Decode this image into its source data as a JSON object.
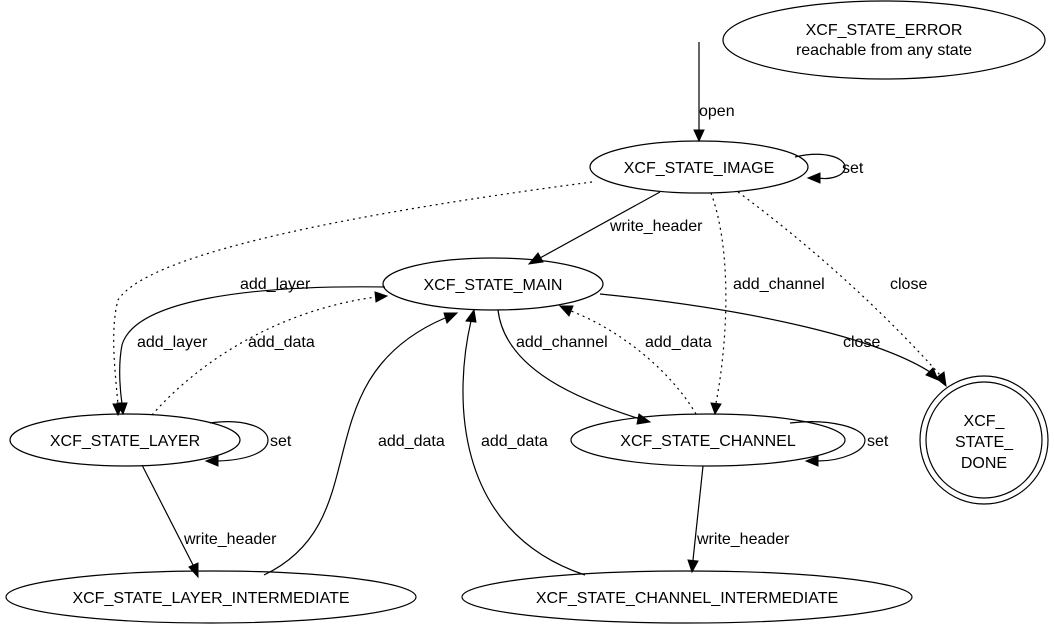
{
  "nodes": {
    "error_line1": "XCF_STATE_ERROR",
    "error_line2": "reachable from any state",
    "image": "XCF_STATE_IMAGE",
    "main": "XCF_STATE_MAIN",
    "layer": "XCF_STATE_LAYER",
    "channel": "XCF_STATE_CHANNEL",
    "done_line1": "XCF_",
    "done_line2": "STATE_",
    "done_line3": "DONE",
    "layer_intermediate": "XCF_STATE_LAYER_INTERMEDIATE",
    "channel_intermediate": "XCF_STATE_CHANNEL_INTERMEDIATE"
  },
  "edges": {
    "open": "open",
    "image_set": "set",
    "image_write_header": "write_header",
    "image_add_layer": "add_layer",
    "image_add_channel": "add_channel",
    "image_close": "close",
    "main_add_layer": "add_layer",
    "layer_add_data": "add_data",
    "main_add_channel": "add_channel",
    "channel_add_data": "add_data",
    "main_close": "close",
    "layer_set": "set",
    "channel_set": "set",
    "layer_write_header": "write_header",
    "channel_write_header": "write_header",
    "layer_intermediate_add_data": "add_data",
    "channel_intermediate_add_data": "add_data"
  }
}
